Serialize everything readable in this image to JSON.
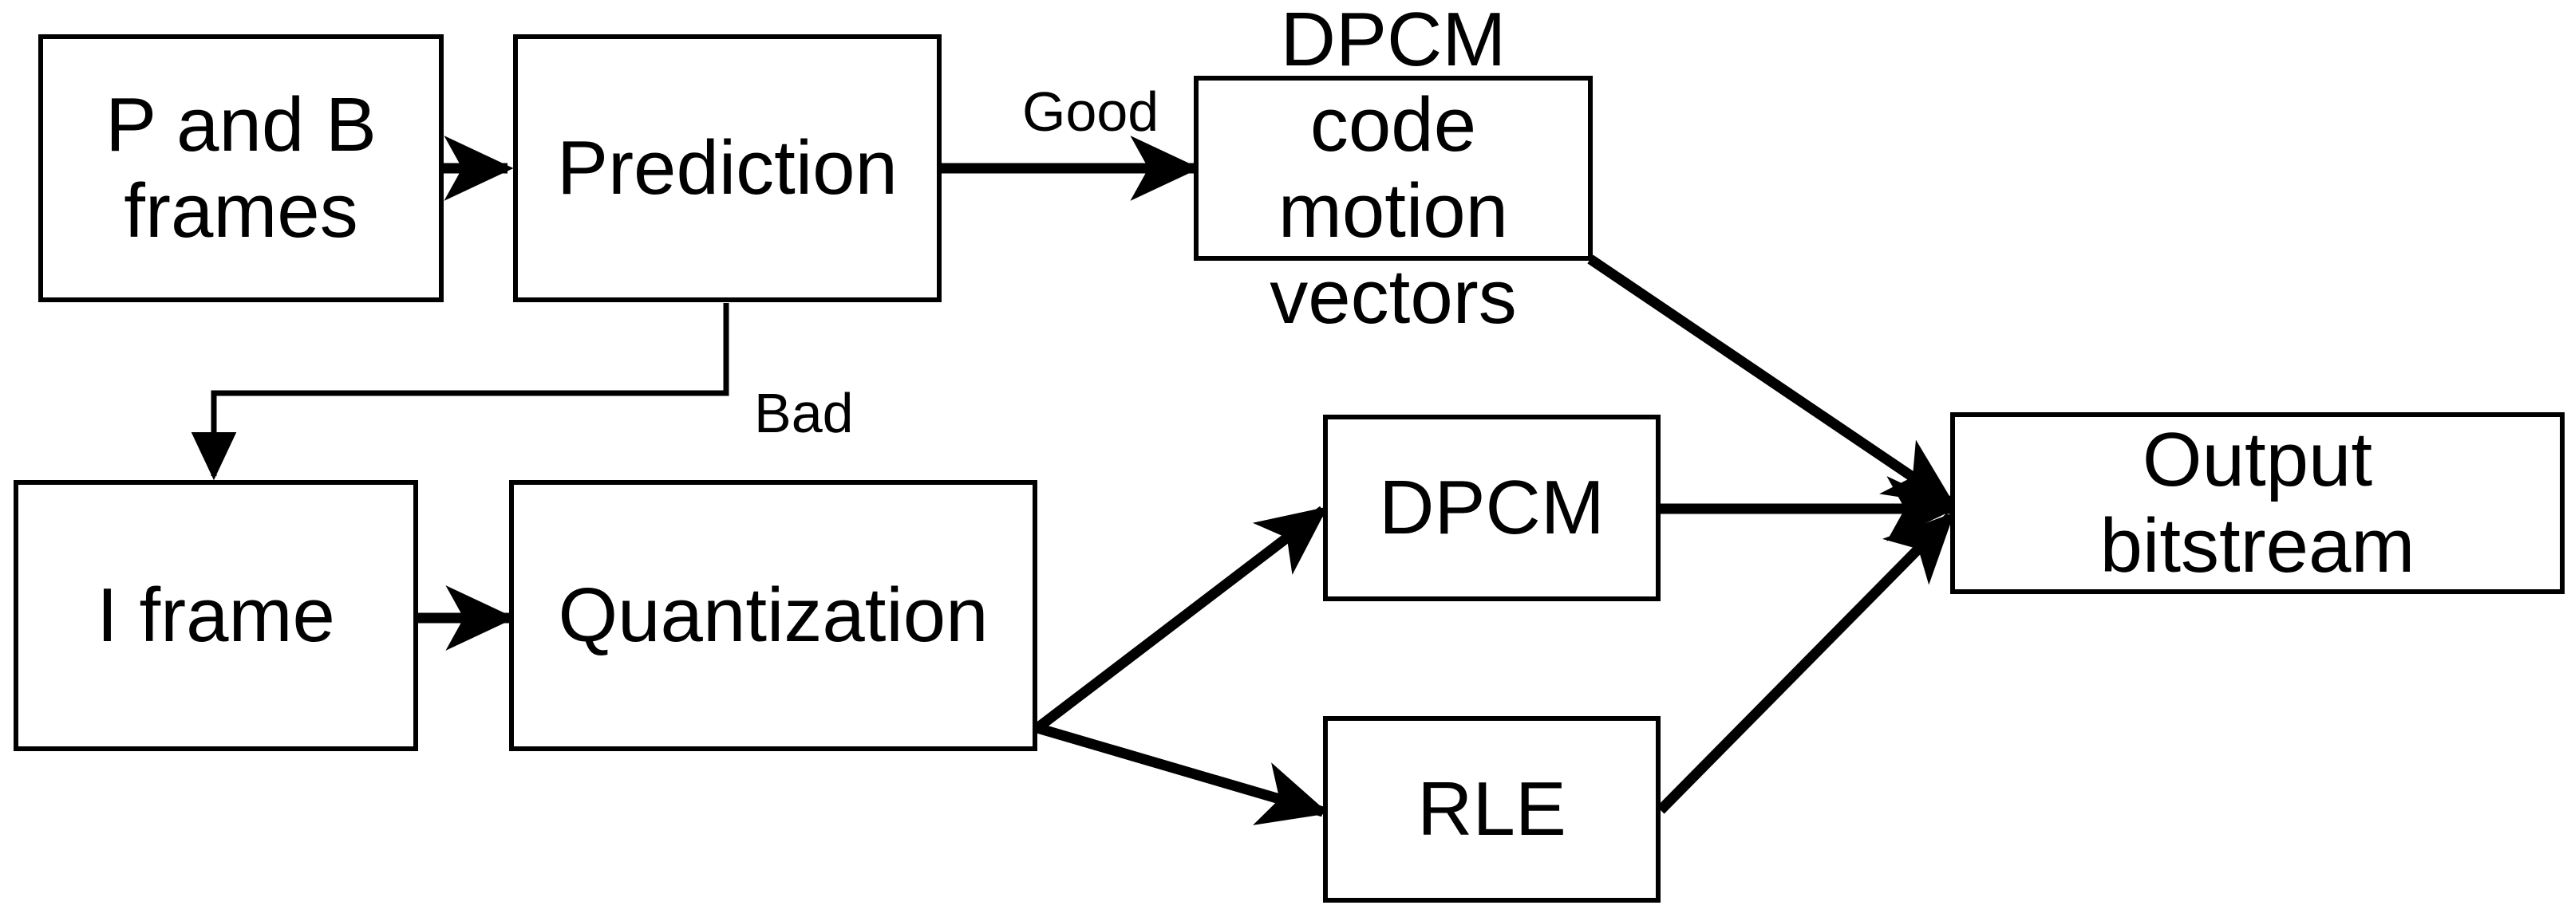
{
  "diagram": {
    "title": "Video compression encoder pipeline",
    "background_color": "#ffffff",
    "stroke_color": "#000000",
    "text_color": "#000000",
    "nodes": [
      {
        "id": "p-and-b-frames",
        "label": "P and B\nframes"
      },
      {
        "id": "prediction",
        "label": "Prediction"
      },
      {
        "id": "dpcm-code-motion-vectors",
        "label": "DPCM code\nmotion vectors"
      },
      {
        "id": "i-frame",
        "label": "I frame"
      },
      {
        "id": "quantization",
        "label": "Quantization"
      },
      {
        "id": "dpcm",
        "label": "DPCM"
      },
      {
        "id": "rle",
        "label": "RLE"
      },
      {
        "id": "output-bitstream",
        "label": "Output\nbitstream"
      }
    ],
    "edge_labels": [
      {
        "id": "good",
        "label": "Good"
      },
      {
        "id": "bad",
        "label": "Bad"
      }
    ],
    "edges": [
      {
        "from": "p-and-b-frames",
        "to": "prediction",
        "label": ""
      },
      {
        "from": "prediction",
        "to": "dpcm-code-motion-vectors",
        "label": "Good"
      },
      {
        "from": "prediction",
        "to": "i-frame",
        "label": "Bad"
      },
      {
        "from": "i-frame",
        "to": "quantization",
        "label": ""
      },
      {
        "from": "quantization",
        "to": "dpcm",
        "label": ""
      },
      {
        "from": "quantization",
        "to": "rle",
        "label": ""
      },
      {
        "from": "dpcm-code-motion-vectors",
        "to": "output-bitstream",
        "label": ""
      },
      {
        "from": "dpcm",
        "to": "output-bitstream",
        "label": ""
      },
      {
        "from": "rle",
        "to": "output-bitstream",
        "label": ""
      }
    ]
  }
}
